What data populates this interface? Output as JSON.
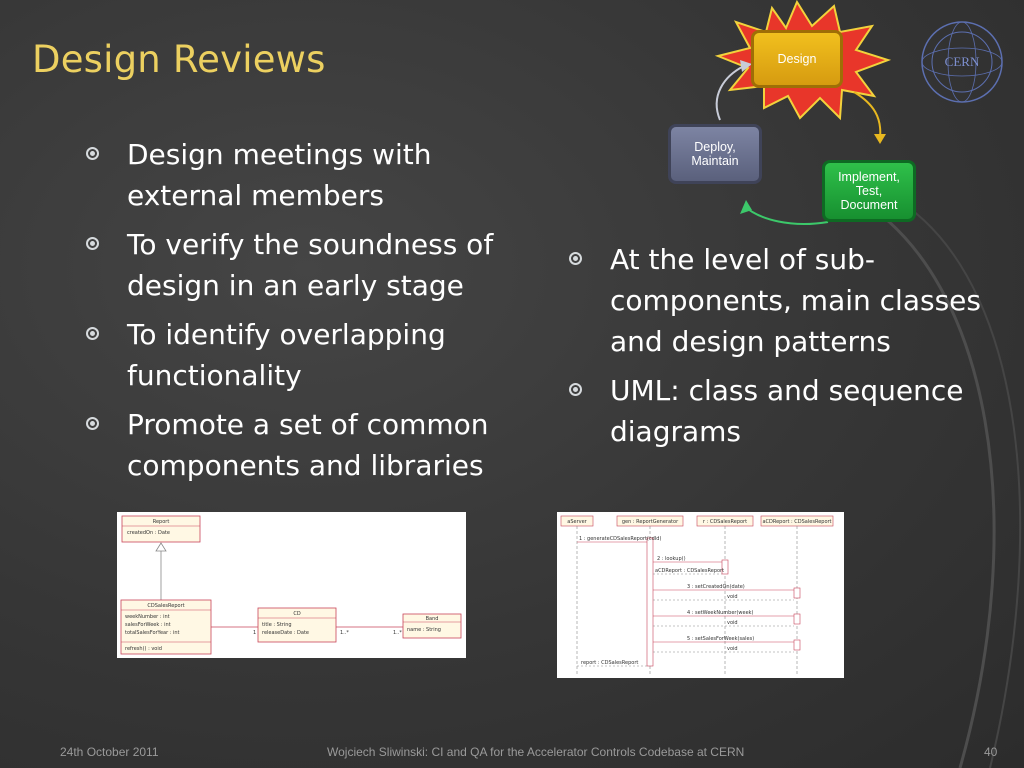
{
  "slide": {
    "title": "Design Reviews",
    "left_bullets": [
      {
        "text": "Design meetings with external members"
      },
      {
        "text": "To verify the soundness of design in an early stage"
      },
      {
        "text": "To identify overlapping functionality"
      },
      {
        "text": "Promote a set of common components and libraries"
      }
    ],
    "right_bullets": [
      {
        "text": "At the level of sub-components, main classes and design patterns"
      },
      {
        "text": "UML: class and sequence diagrams"
      }
    ]
  },
  "cycle": {
    "design": "Design",
    "deploy_line1": "Deploy,",
    "deploy_line2": "Maintain",
    "implement_line1": "Implement,",
    "implement_line2": "Test,",
    "implement_line3": "Document"
  },
  "logo": {
    "text": "CERN"
  },
  "class_diagram": {
    "report": {
      "name": "Report",
      "attr": "createdOn : Date"
    },
    "cdsales": {
      "name": "CDSalesReport",
      "attrs": [
        "weekNumber : int",
        "salesForWeek : int",
        "totalSalesForYear : int"
      ],
      "method": "refresh() : void"
    },
    "cd": {
      "name": "CD",
      "attrs": [
        "title : String",
        "releaseDate : Date"
      ]
    },
    "band": {
      "name": "Band",
      "attr": "name : String"
    },
    "mult_cd_left": "1",
    "mult_cd_right": "1..*",
    "mult_band": "1..*"
  },
  "sequence_diagram": {
    "lifelines": [
      "aServer",
      "gen : ReportGenerator",
      "r : CDSalesReport",
      "aCDReport : CDSalesReport"
    ],
    "messages": [
      "1 : generateCDSalesReport(cdId)",
      "2 : lookup()",
      "aCDReport : CDSalesReport",
      "3 : setCreatedOn(date)",
      "void",
      "4 : setWeekNumber(week)",
      "void",
      "5 : setSalesForWeek(sales)",
      "void",
      "report : CDSalesReport"
    ]
  },
  "footer": {
    "date": "24th October 2011",
    "title": "Wojciech Sliwinski: CI and QA for the Accelerator Controls Codebase at CERN",
    "page": "40"
  },
  "colors": {
    "title": "#ecd060",
    "background": "#3a3a3a",
    "design": "#f1c01e",
    "deploy": "#6e7592",
    "implement": "#22a83c"
  }
}
